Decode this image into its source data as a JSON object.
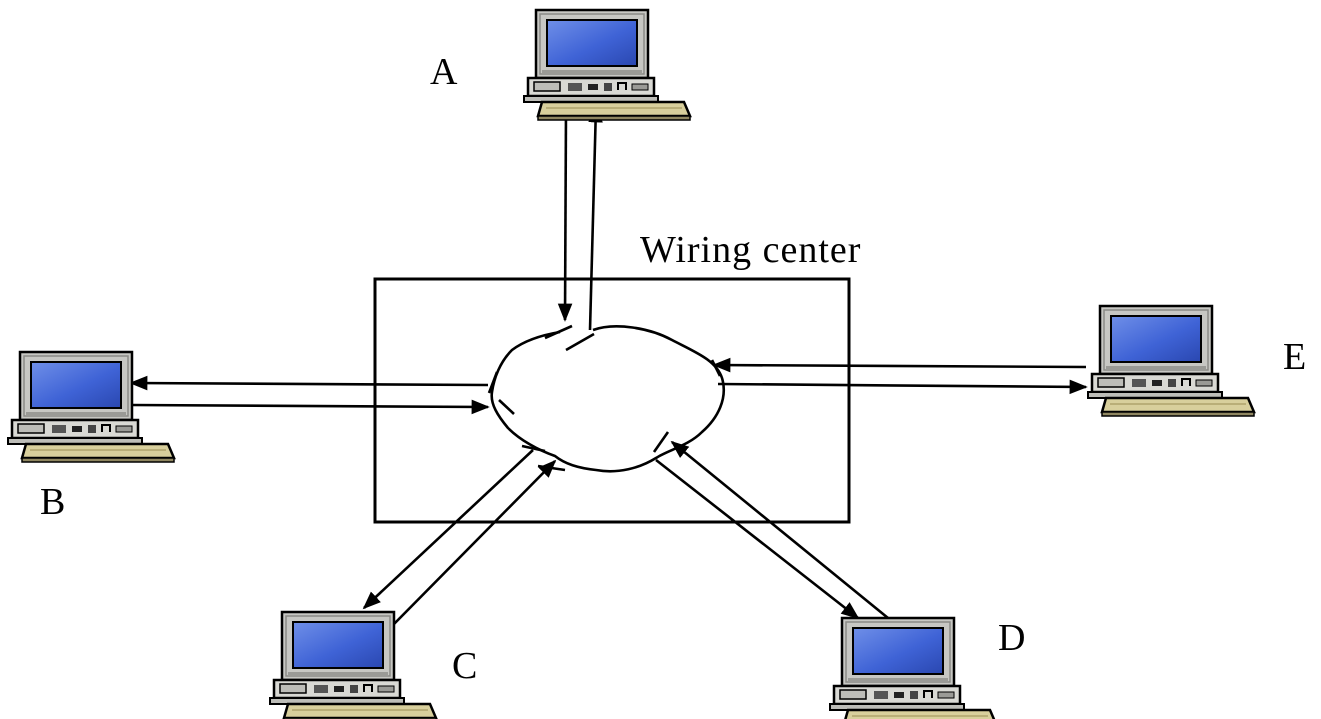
{
  "diagram": {
    "title": "Wiring center",
    "nodes": [
      {
        "id": "A",
        "label": "A"
      },
      {
        "id": "B",
        "label": "B"
      },
      {
        "id": "C",
        "label": "C"
      },
      {
        "id": "D",
        "label": "D"
      },
      {
        "id": "E",
        "label": "E"
      }
    ],
    "colors": {
      "screen": "#3f63d6",
      "bezel": "#c7c7c3",
      "case": "#d9d9d4",
      "keyboard": "#d8cf9c",
      "line": "#000000"
    }
  }
}
